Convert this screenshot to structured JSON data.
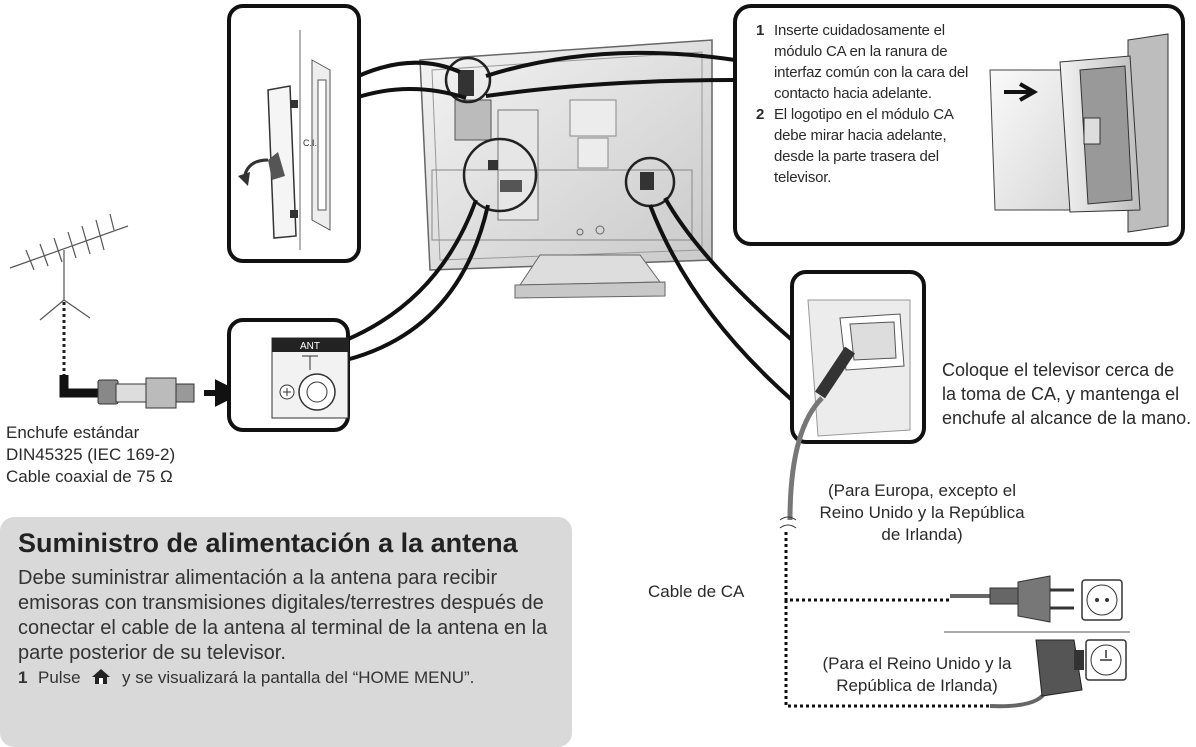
{
  "ci_slot_label": "C.I.",
  "antenna_terminal_label": "ANT",
  "ca_module_steps": [
    {
      "number": "1",
      "text": "Inserte cuidadosamente el módulo CA en la ranura de interfaz común con la cara del contacto hacia adelante."
    },
    {
      "number": "2",
      "text": "El logotipo en el módulo CA debe mirar hacia adelante, desde la parte trasera del televisor."
    }
  ],
  "plug_caption": {
    "line1": "Enchufe estándar",
    "line2": "DIN45325 (IEC 169-2)",
    "line3": "Cable coaxial de 75 Ω"
  },
  "ac_placement_note": "Coloque el televisor cerca de la toma de CA, y mantenga el enchufe al alcance de la mano.",
  "ac_cable_label": "Cable de CA",
  "europe_plug_note": "(Para Europa, excepto el Reino Unido y la República de Irlanda)",
  "uk_plug_note": "(Para el Reino Unido y la República de Irlanda)",
  "antenna_power": {
    "title": "Suministro de alimentación a la antena",
    "body": "Debe suministrar alimentación a la antena para recibir emisoras con transmisiones digitales/terrestres después de conectar el cable de la antena al terminal de la antena en la parte posterior de su televisor.",
    "step_number": "1",
    "step_text_before": "Pulse",
    "step_text_after": "y se visualizará la pantalla del “HOME MENU”."
  }
}
